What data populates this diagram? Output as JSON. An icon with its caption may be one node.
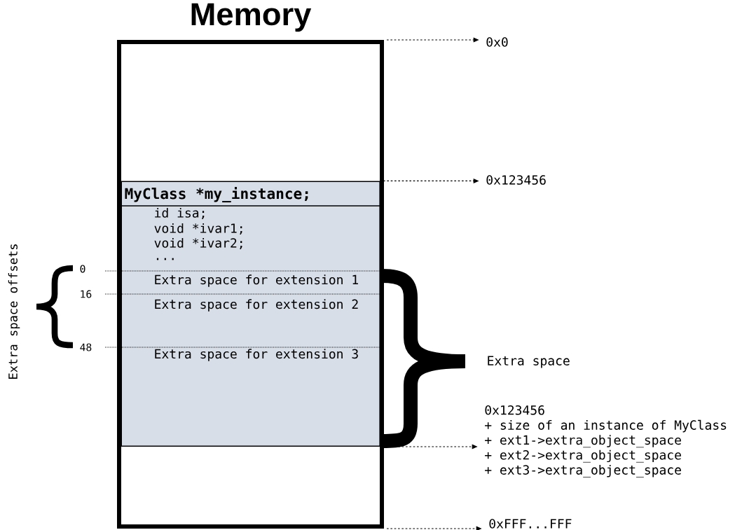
{
  "diagram": {
    "nodes": [
      {
        "text": [
          "Memory"
        ]
      },
      {
        "text": [
          "MyClass *my_instance;",
          "id isa;",
          "void *ivar1;",
          "void *ivar2;",
          "..."
        ],
        "in": 0
      },
      {
        "text": [
          "Extra space for extension 1"
        ],
        "in": 1
      },
      {
        "text": [
          "Extra space for extension 2"
        ],
        "in": 1
      },
      {
        "text": [
          "Extra space for extension 3"
        ],
        "in": 1
      },
      {
        "text": [
          "0x0"
        ]
      },
      {
        "text": [
          "0x123456"
        ]
      },
      {
        "text": [
          "0x123456",
          "+ size of an instance of MyClass",
          "+ ext1->extra_object_space",
          "+ ext2->extra_object_space",
          "+ ext3->extra_object_space"
        ]
      },
      {
        "text": [
          "0xFFF...FFF"
        ]
      }
    ],
    "edges": [
      {
        "from": 0,
        "to": 5,
        "arrow": "to",
        "style": "dashed"
      },
      {
        "from": 1,
        "to": 6,
        "arrow": "to",
        "style": "dashed"
      },
      {
        "from": 1,
        "to": 7,
        "arrow": "to",
        "style": "dashed"
      },
      {
        "from": 0,
        "to": 8,
        "arrow": "to",
        "style": "dashed"
      }
    ],
    "labels": [
      "Extra space offsets",
      "0",
      "16",
      "48",
      "Extra space"
    ]
  }
}
